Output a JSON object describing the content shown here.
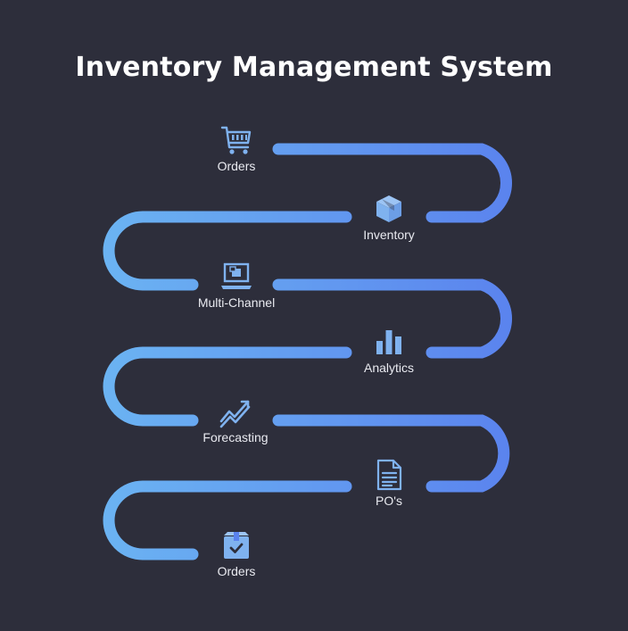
{
  "title": "Inventory Management System",
  "colors": {
    "background": "#2d2e3b",
    "path_left": "#6bb3f2",
    "path_right": "#5a82ee",
    "icon": "#7fb2ef",
    "title": "#ffffff",
    "label": "#e9eaf0"
  },
  "steps": [
    {
      "label": "Orders",
      "icon": "shopping-cart-icon"
    },
    {
      "label": "Inventory",
      "icon": "box-icon"
    },
    {
      "label": "Multi-Channel",
      "icon": "laptop-icon"
    },
    {
      "label": "Analytics",
      "icon": "bar-chart-icon"
    },
    {
      "label": "Forecasting",
      "icon": "trend-line-icon"
    },
    {
      "label": "PO's",
      "icon": "document-icon"
    },
    {
      "label": "Orders",
      "icon": "checked-package-icon"
    }
  ]
}
